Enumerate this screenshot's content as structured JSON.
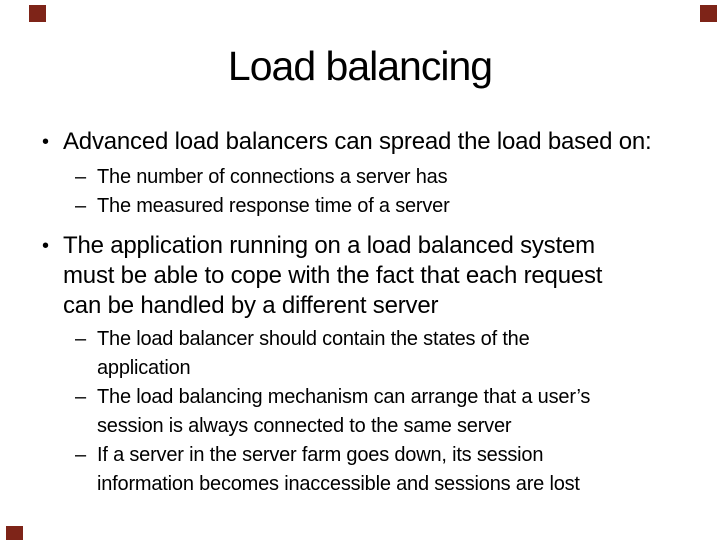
{
  "slide": {
    "title": "Load balancing",
    "corner_marker_color": "#7e2418",
    "bullets": [
      {
        "marker": "•",
        "text": "Advanced load balancers can spread the load based on:"
      },
      {
        "marker": "–",
        "text": "The number of connections a server has"
      },
      {
        "marker": "–",
        "text": "The measured response time of a server"
      },
      {
        "marker": "•",
        "text": "The application running on a load balanced system\nmust be able to cope with the fact that each request\ncan be handled by a different server"
      },
      {
        "marker": "–",
        "text": "The load balancer should contain the states of the\napplication"
      },
      {
        "marker": "–",
        "text": "The load balancing mechanism can arrange that a user’s\nsession is always connected to the same server"
      },
      {
        "marker": "–",
        "text": "If a server in the server farm goes down, its session\ninformation becomes inaccessible and sessions are lost"
      }
    ]
  }
}
